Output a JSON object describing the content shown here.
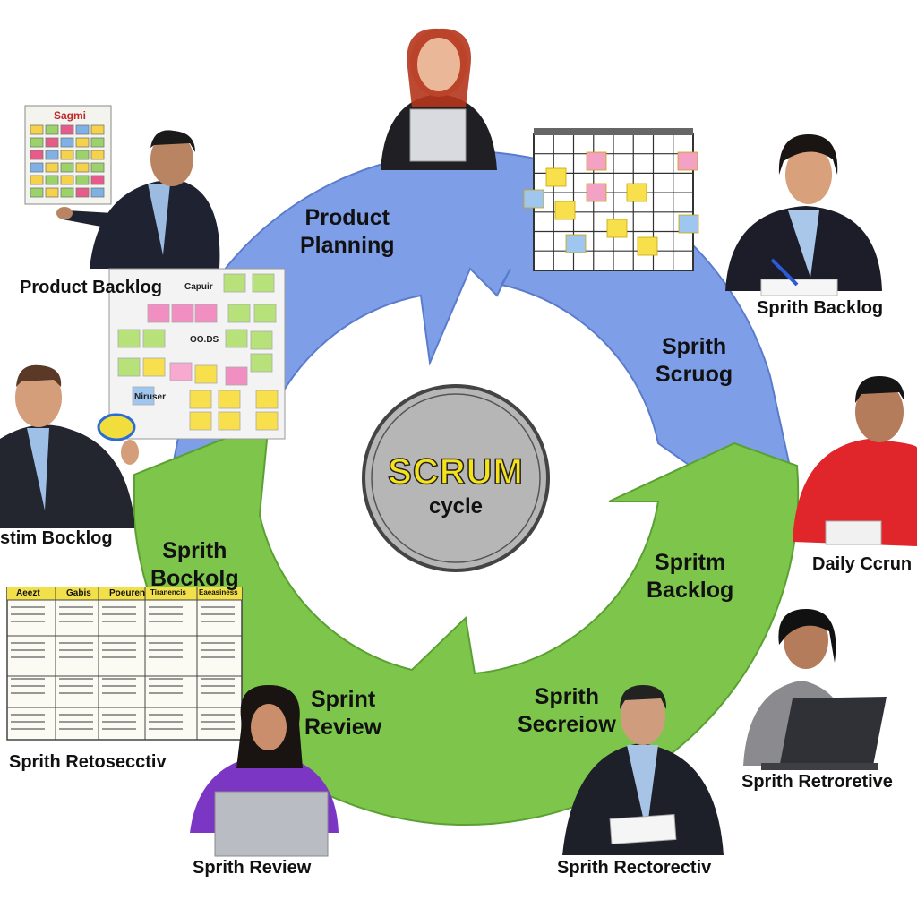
{
  "center": {
    "title": "SCRUM",
    "subtitle": "cycle"
  },
  "ring_labels": {
    "product_planning": [
      "Product",
      "Planning"
    ],
    "sprint_scrum": [
      "Sprith",
      "Scruog"
    ],
    "sprint_backlog_right": [
      "Spritm",
      "Backlog"
    ],
    "sprint_review_inner": [
      "Sprith",
      "Secreiow"
    ],
    "sprint_review_left": [
      "Sprint",
      "Review"
    ],
    "sprint_backlog_left": [
      "Sprith",
      "Bockolg"
    ]
  },
  "outer_labels": {
    "product_backlog": "Product Backlog",
    "sprint_backlog_top_right": "Sprith Backlog",
    "system_backlog": "stim Bocklog",
    "daily_scrum": "Daily Ccrun",
    "retrospective_left": "Sprith Retosecctiv",
    "retrospective_right": "Sprith Retroretive",
    "review_bottom": "Sprith Review",
    "retrospective_bottom": "Sprith Rectorectiv"
  },
  "artifacts": {
    "chart_sheet_title": "Sagmi",
    "board_tags": [
      "Capuir",
      "Niruser",
      "OO.DS"
    ],
    "table_headers": [
      "Aeezt",
      "Gabis",
      "Poeuren",
      "Tiranencis",
      "Eaeasiness"
    ]
  },
  "colors": {
    "blue_arrow": "#7e9fe8",
    "green_arrow": "#7dc64b",
    "center_circle": "#b6b6b6",
    "center_title": "#f5e21a"
  }
}
